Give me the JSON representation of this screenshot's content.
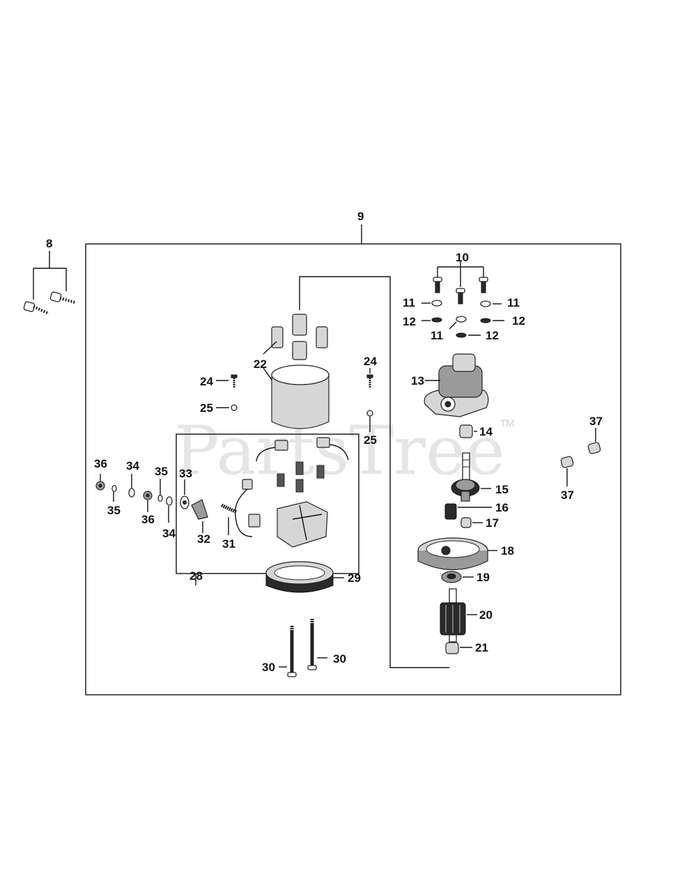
{
  "watermark": {
    "text": "PartsTree",
    "trademark": "TM"
  },
  "callouts": {
    "c8": "8",
    "c9": "9",
    "c10": "10",
    "c11a": "11",
    "c11b": "11",
    "c11c": "11",
    "c12a": "12",
    "c12b": "12",
    "c12c": "12",
    "c13": "13",
    "c14": "14",
    "c15": "15",
    "c16": "16",
    "c17": "17",
    "c18": "18",
    "c19": "19",
    "c20": "20",
    "c21": "21",
    "c22": "22",
    "c24a": "24",
    "c24b": "24",
    "c25a": "25",
    "c25b": "25",
    "c28": "28",
    "c29": "29",
    "c30a": "30",
    "c30b": "30",
    "c31": "31",
    "c32": "32",
    "c33": "33",
    "c34a": "34",
    "c34b": "34",
    "c35a": "35",
    "c35b": "35",
    "c36a": "36",
    "c36b": "36",
    "c37a": "37",
    "c37b": "37"
  }
}
